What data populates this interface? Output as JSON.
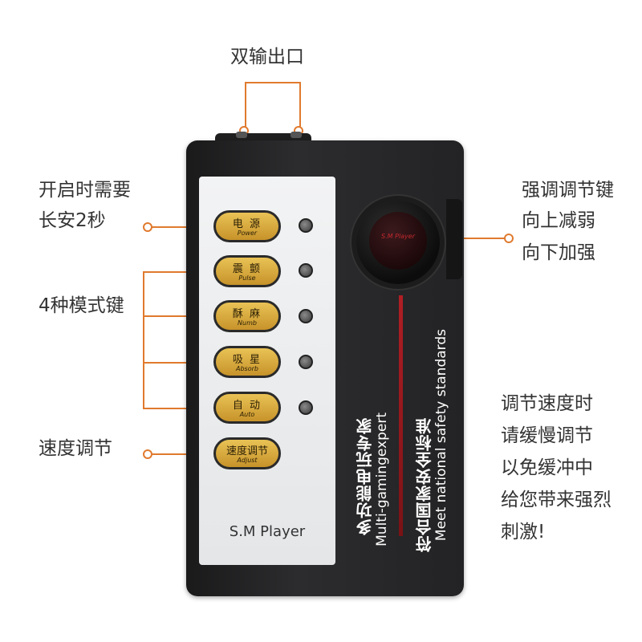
{
  "callouts": {
    "dual_output": "双输出口",
    "power_hold_line1": "开启时需要",
    "power_hold_line2": "长安2秒",
    "four_modes": "4种模式键",
    "speed_adjust": "速度调节",
    "intensity_line1": "强调调节键",
    "intensity_line2": "向上减弱",
    "intensity_line3": "向下加强",
    "note_line1": "调节速度时",
    "note_line2": "请缓慢调节",
    "note_line3": "以免缓冲中",
    "note_line4": "给您带来强烈",
    "note_line5": "刺激!"
  },
  "device": {
    "brand": "S.M Player",
    "knob_label": "S.M Player",
    "slogan1_cn": "多功能电玩专家",
    "slogan1_en": "Multi-gamingexpert",
    "slogan2_cn": "符合国家安全标准",
    "slogan2_en": "Meet national safety standards"
  },
  "buttons": [
    {
      "cn": "电 源",
      "en": "Power"
    },
    {
      "cn": "震 颤",
      "en": "Pulse"
    },
    {
      "cn": "酥 麻",
      "en": "Numb"
    },
    {
      "cn": "吸 星",
      "en": "Absorb"
    },
    {
      "cn": "自 动",
      "en": "Auto"
    },
    {
      "cn": "速度调节",
      "en": "Adjust"
    }
  ],
  "colors": {
    "accent": "#e07a2e",
    "button_gold": "#d9a63c",
    "red_stripe": "#b01e24"
  }
}
